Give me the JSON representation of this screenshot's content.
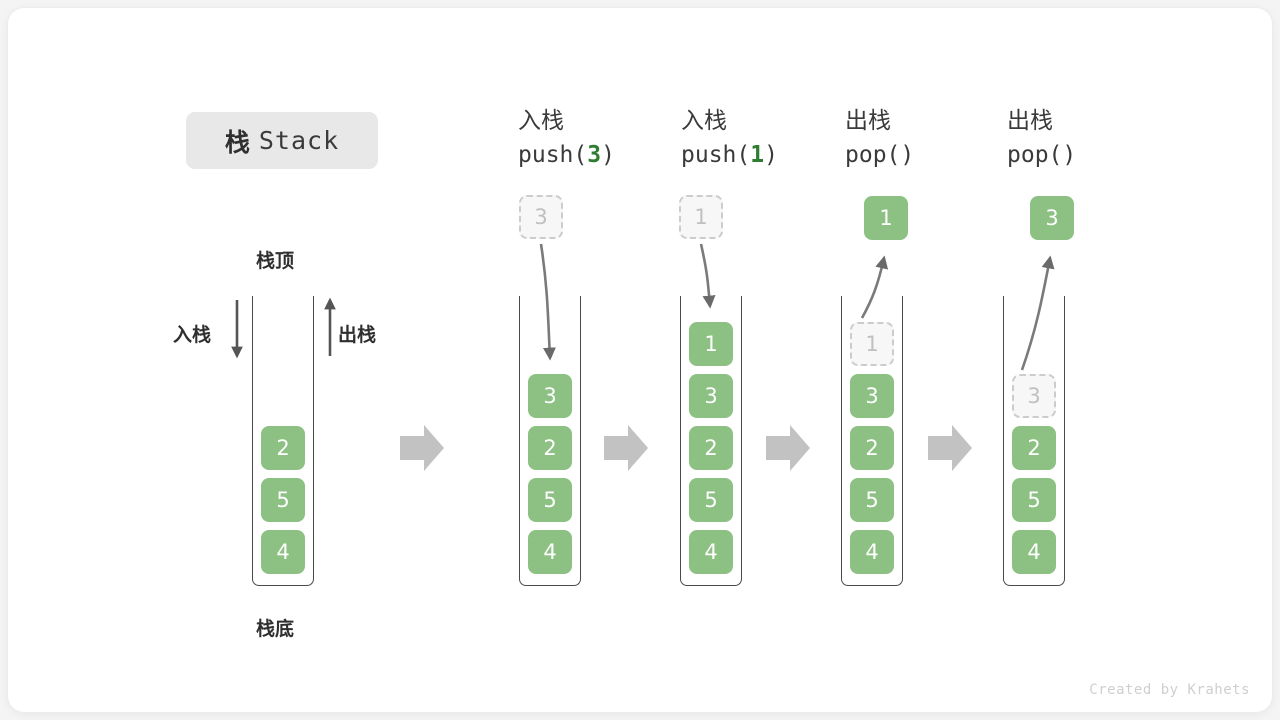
{
  "title": {
    "cn": "栈",
    "en": "Stack"
  },
  "labels": {
    "top": "栈顶",
    "bottom": "栈底",
    "push_arrow": "入栈",
    "pop_arrow": "出栈"
  },
  "footer": "Created by Krahets",
  "colors": {
    "cell_fill": "#8cc183",
    "cell_text": "#ffffff",
    "ghost_fill": "#f7f7f7",
    "ghost_border": "#cccccc",
    "ghost_text": "#c0c0c0",
    "accent_green": "#2e7d32",
    "arrow_gray": "#7a7a7a",
    "step_arrow_gray": "#c2c2c2",
    "chip_bg": "#e8e8e8",
    "text_dark": "#3a3a3a"
  },
  "columns": [
    {
      "id": "initial",
      "head_line1": "",
      "head_line2": "",
      "stack": [
        "2",
        "5",
        "4"
      ],
      "ghost_in_stack": null,
      "floating": null,
      "floating_state": null
    },
    {
      "id": "push-3",
      "head_line1": "入栈",
      "head_line2_prefix": "push(",
      "head_line2_num": "3",
      "head_line2_suffix": ")",
      "stack": [
        "3",
        "2",
        "5",
        "4"
      ],
      "ghost_in_stack": null,
      "floating": "3",
      "floating_state": "ghost"
    },
    {
      "id": "push-1",
      "head_line1": "入栈",
      "head_line2_prefix": "push(",
      "head_line2_num": "1",
      "head_line2_suffix": ")",
      "stack": [
        "1",
        "3",
        "2",
        "5",
        "4"
      ],
      "ghost_in_stack": null,
      "floating": "1",
      "floating_state": "ghost"
    },
    {
      "id": "pop-1",
      "head_line1": "出栈",
      "head_line2_prefix": "pop(",
      "head_line2_num": "",
      "head_line2_suffix": ")",
      "stack": [
        "3",
        "2",
        "5",
        "4"
      ],
      "ghost_in_stack": "1",
      "floating": "1",
      "floating_state": "filled"
    },
    {
      "id": "pop-3",
      "head_line1": "出栈",
      "head_line2_prefix": "pop(",
      "head_line2_num": "",
      "head_line2_suffix": ")",
      "stack": [
        "2",
        "5",
        "4"
      ],
      "ghost_in_stack": "3",
      "floating": "3",
      "floating_state": "filled"
    }
  ],
  "step_arrows_count": 4
}
